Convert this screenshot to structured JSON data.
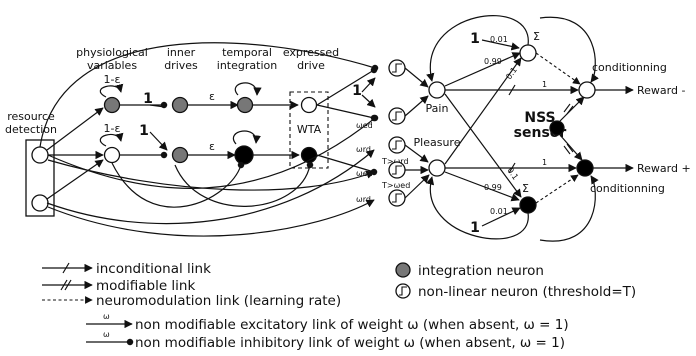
{
  "headers": {
    "physiological": [
      "physiological",
      "variables"
    ],
    "inner": [
      "inner",
      "drives"
    ],
    "temporal": [
      "temporal",
      "integration"
    ],
    "expressed": [
      "expressed",
      "drive"
    ]
  },
  "labels": {
    "resource_detection": [
      "resource",
      "detection"
    ],
    "one_minus_eps": "1-ε",
    "eps": "ε",
    "one": "1",
    "wta": "WTA",
    "pain": "Pain",
    "pleasure": "Pleasure",
    "sigma": "Σ",
    "w001": "0.01",
    "w099": "0.99",
    "w01": "0.1",
    "w_ed": "ωed",
    "w_rd": "ωrd",
    "t_rd": "T>ωrd",
    "t_ed": "T>ωed",
    "nss": [
      "NSS",
      "sensor"
    ],
    "conditioning": "conditionning",
    "reward_minus": "Reward -",
    "reward_plus": "Reward +"
  },
  "legend": {
    "inconditional": "inconditional link",
    "modifiable": "modifiable link",
    "neuromodulation": "neuromodulation link (learning rate)",
    "integration": "integration neuron",
    "nonlinear": "non-linear neuron (threshold=T)",
    "excitatory": "non modifiable excitatory link of weight ω (when absent, ω = 1)",
    "inhibitory": "non modifiable inhibitory link of weight ω (when absent, ω = 1)",
    "omega": "ω"
  }
}
